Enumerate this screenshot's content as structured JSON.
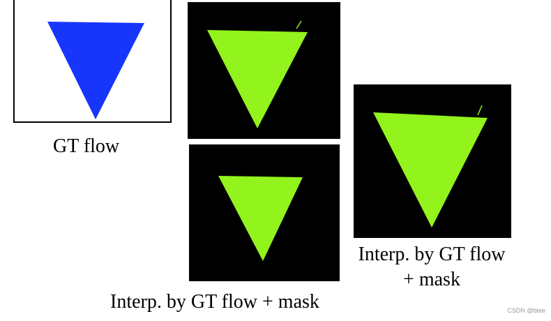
{
  "captions": {
    "gt": "GT flow",
    "right_line1": "Interp. by GT flow",
    "right_line2": "+ mask",
    "bottom": "Interp. by GT flow + mask"
  },
  "watermark": "CSDN @btee",
  "colors": {
    "gt_triangle": "#1836fb",
    "interp_triangle": "#93f31c",
    "interp_background": "#000000",
    "frame": "#000000"
  }
}
